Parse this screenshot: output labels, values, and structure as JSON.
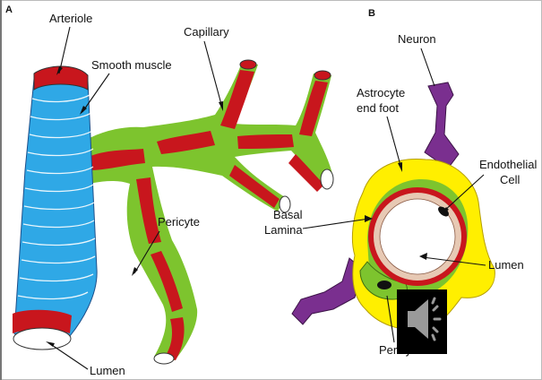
{
  "panels": {
    "a": {
      "letter": "A"
    },
    "b": {
      "letter": "B"
    }
  },
  "labels_a": {
    "arteriole": "Arteriole",
    "smooth_muscle": "Smooth muscle",
    "capillary": "Capillary",
    "pericyte": "Pericyte",
    "lumen": "Lumen"
  },
  "labels_b": {
    "neuron": "Neuron",
    "astrocyte_line1": "Astrocyte",
    "astrocyte_line2": "end foot",
    "endothelial_line1": "Endothelial",
    "endothelial_line2": "Cell",
    "basal_line1": "Basal",
    "basal_line2": "Lamina",
    "lumen": "Lumen",
    "pericyte": "Pericyte"
  },
  "colors": {
    "smooth_muscle": "#2fa8e6",
    "vessel_wall": "#c8161d",
    "pericyte": "#7dc42e",
    "astrocyte": "#ffef00",
    "neuron": "#7a2f8f",
    "endothelial_layer": "#e7c9b4",
    "speaker_bg": "#000000"
  },
  "overlay": {
    "speaker_icon": "speaker-icon"
  }
}
